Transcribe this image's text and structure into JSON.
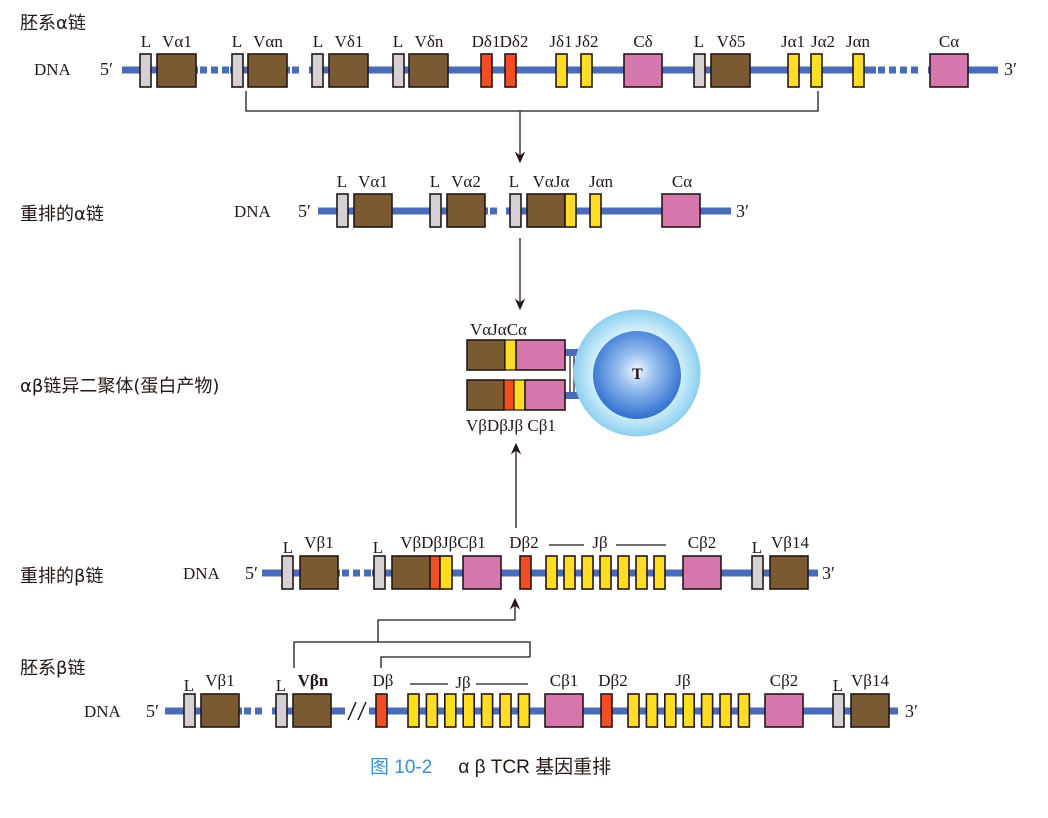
{
  "figure": {
    "caption_number": "图 10-2",
    "caption_title": "α β TCR 基因重排"
  },
  "colors": {
    "dna_line": "#4a6bb8",
    "leader": "#d4d0d4",
    "variable": "#7a5a32",
    "diversity": "#f04e23",
    "joining": "#ffdd22",
    "constant": "#d577ad",
    "outline": "#231815",
    "caption_blue": "#3b8fd1",
    "cell_outer": "#aee0f6",
    "cell_inner": "#3f7fd6"
  },
  "common": {
    "dna": "DNA",
    "five_prime": "5′",
    "three_prime": "3′"
  },
  "rows": {
    "germline_alpha": {
      "title": "胚系α链",
      "labels": [
        "L",
        "Vα1",
        "L",
        "Vαn",
        "L",
        "Vδ1",
        "L",
        "Vδn",
        "Dδ1",
        "Dδ2",
        "Jδ1",
        "Jδ2",
        "Cδ",
        "L",
        "Vδ5",
        "Jα1",
        "Jα2",
        "Jαn",
        "Cα"
      ],
      "segments": [
        "L",
        "V",
        "dots",
        "L",
        "V",
        "dots",
        "L",
        "V",
        "L",
        "V",
        "D",
        "D",
        "J",
        "J",
        "C",
        "L",
        "V",
        "J",
        "J",
        "J",
        "dots",
        "C"
      ]
    },
    "rearranged_alpha": {
      "title": "重排的α链",
      "labels": [
        "L",
        "Vα1",
        "L",
        "Vα2",
        "L",
        "VαJα",
        "Jαn",
        "Cα"
      ]
    },
    "protein": {
      "title": "αβ链异二聚体(蛋白产物)",
      "alpha_label": "VαJαCα",
      "beta_label": "VβDβJβ Cβ1",
      "cell_label": "T"
    },
    "rearranged_beta": {
      "title": "重排的β链",
      "labels": [
        "L",
        "Vβ1",
        "L",
        "VβDβJβCβ1",
        "Dβ2",
        "Jβ",
        "Cβ2",
        "L",
        "Vβ14"
      ]
    },
    "germline_beta": {
      "title": "胚系β链",
      "labels": [
        "L",
        "Vβ1",
        "L",
        "Vβn",
        "Dβ",
        "Jβ",
        "Cβ1",
        "Dβ2",
        "Jβ",
        "Cβ2",
        "L",
        "Vβ14"
      ],
      "j_cluster_count": 7
    }
  }
}
